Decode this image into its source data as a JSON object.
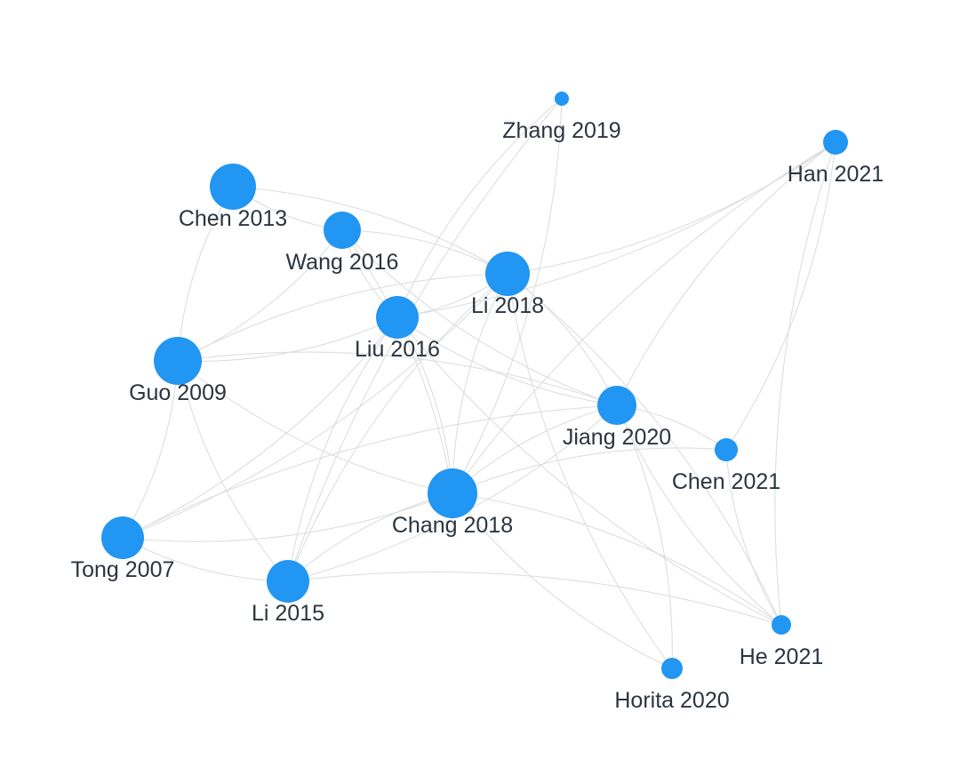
{
  "nodes": [
    {
      "id": "zhang2019",
      "label": "Zhang 2019",
      "color": "#2196f3"
    },
    {
      "id": "han2021",
      "label": "Han 2021",
      "color": "#2196f3"
    },
    {
      "id": "chen2013",
      "label": "Chen 2013",
      "color": "#2196f3"
    },
    {
      "id": "wang2016",
      "label": "Wang 2016",
      "color": "#2196f3"
    },
    {
      "id": "li2018",
      "label": "Li 2018",
      "color": "#2196f3"
    },
    {
      "id": "liu2016",
      "label": "Liu 2016",
      "color": "#2196f3"
    },
    {
      "id": "guo2009",
      "label": "Guo 2009",
      "color": "#2196f3"
    },
    {
      "id": "jiang2020",
      "label": "Jiang 2020",
      "color": "#2196f3"
    },
    {
      "id": "chen2021",
      "label": "Chen 2021",
      "color": "#2196f3"
    },
    {
      "id": "chang2018",
      "label": "Chang 2018",
      "color": "#2196f3"
    },
    {
      "id": "tong2007",
      "label": "Tong 2007",
      "color": "#2196f3"
    },
    {
      "id": "li2015",
      "label": "Li 2015",
      "color": "#2196f3"
    },
    {
      "id": "he2021",
      "label": "He 2021",
      "color": "#2196f3"
    },
    {
      "id": "horita2020",
      "label": "Horita 2020",
      "color": "#2196f3"
    }
  ],
  "edges": [
    [
      "chen2013",
      "wang2016"
    ],
    [
      "chen2013",
      "li2018"
    ],
    [
      "chen2013",
      "guo2009"
    ],
    [
      "wang2016",
      "li2018"
    ],
    [
      "wang2016",
      "liu2016"
    ],
    [
      "wang2016",
      "guo2009"
    ],
    [
      "wang2016",
      "jiang2020"
    ],
    [
      "wang2016",
      "chang2018"
    ],
    [
      "zhang2019",
      "liu2016"
    ],
    [
      "zhang2019",
      "chang2018"
    ],
    [
      "zhang2019",
      "li2015"
    ],
    [
      "han2021",
      "li2018"
    ],
    [
      "han2021",
      "jiang2020"
    ],
    [
      "han2021",
      "chen2021"
    ],
    [
      "han2021",
      "chang2018"
    ],
    [
      "han2021",
      "liu2016"
    ],
    [
      "han2021",
      "he2021"
    ],
    [
      "li2018",
      "liu2016"
    ],
    [
      "li2018",
      "guo2009"
    ],
    [
      "li2018",
      "jiang2020"
    ],
    [
      "li2018",
      "chang2018"
    ],
    [
      "li2018",
      "tong2007"
    ],
    [
      "li2018",
      "li2015"
    ],
    [
      "li2018",
      "he2021"
    ],
    [
      "li2018",
      "horita2020"
    ],
    [
      "liu2016",
      "guo2009"
    ],
    [
      "liu2016",
      "jiang2020"
    ],
    [
      "liu2016",
      "chang2018"
    ],
    [
      "liu2016",
      "li2015"
    ],
    [
      "liu2016",
      "tong2007"
    ],
    [
      "liu2016",
      "he2021"
    ],
    [
      "guo2009",
      "jiang2020"
    ],
    [
      "guo2009",
      "chang2018"
    ],
    [
      "guo2009",
      "tong2007"
    ],
    [
      "guo2009",
      "li2015"
    ],
    [
      "jiang2020",
      "chen2021"
    ],
    [
      "jiang2020",
      "chang2018"
    ],
    [
      "jiang2020",
      "li2015"
    ],
    [
      "jiang2020",
      "he2021"
    ],
    [
      "jiang2020",
      "horita2020"
    ],
    [
      "jiang2020",
      "tong2007"
    ],
    [
      "chang2018",
      "tong2007"
    ],
    [
      "chang2018",
      "li2015"
    ],
    [
      "chang2018",
      "he2021"
    ],
    [
      "chang2018",
      "horita2020"
    ],
    [
      "chang2018",
      "chen2021"
    ],
    [
      "tong2007",
      "li2015"
    ],
    [
      "li2015",
      "he2021"
    ],
    [
      "chen2021",
      "he2021"
    ]
  ]
}
